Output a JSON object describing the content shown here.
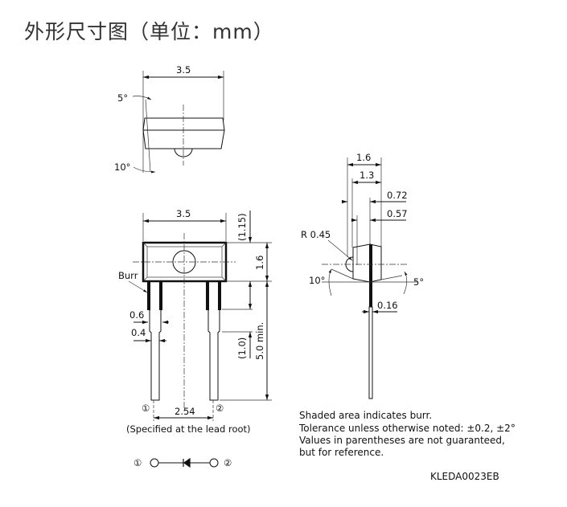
{
  "title": "外形尺寸图（单位：mm）",
  "top_view": {
    "width_label": "3.5",
    "angle_top": "5°",
    "angle_bottom": "10°"
  },
  "front_view": {
    "width_label": "3.5",
    "dim_115": "(1.15)",
    "dim_16": "1.6",
    "dim_10": "(1.0)",
    "dim_50": "5.0 min.",
    "burr_label": "Burr",
    "dim_06": "0.6",
    "dim_04": "0.4",
    "pin1": "①",
    "pin2": "②",
    "pitch": "2.54",
    "pitch_note": "(Specified at the lead root)"
  },
  "side_view": {
    "dim_16": "1.6",
    "dim_13": "1.3",
    "dim_072": "0.72",
    "dim_057": "0.57",
    "radius": "R 0.45",
    "angle_left": "10°",
    "angle_right": "5°",
    "lead_thickness": "0.16"
  },
  "circuit": {
    "pin1": "①",
    "pin2": "②"
  },
  "notes": [
    "Shaded area indicates burr.",
    "Tolerance unless otherwise noted: ±0.2, ±2°",
    "Values in parentheses are not guaranteed,",
    "but for reference."
  ],
  "drawing_code": "KLEDA0023EB"
}
